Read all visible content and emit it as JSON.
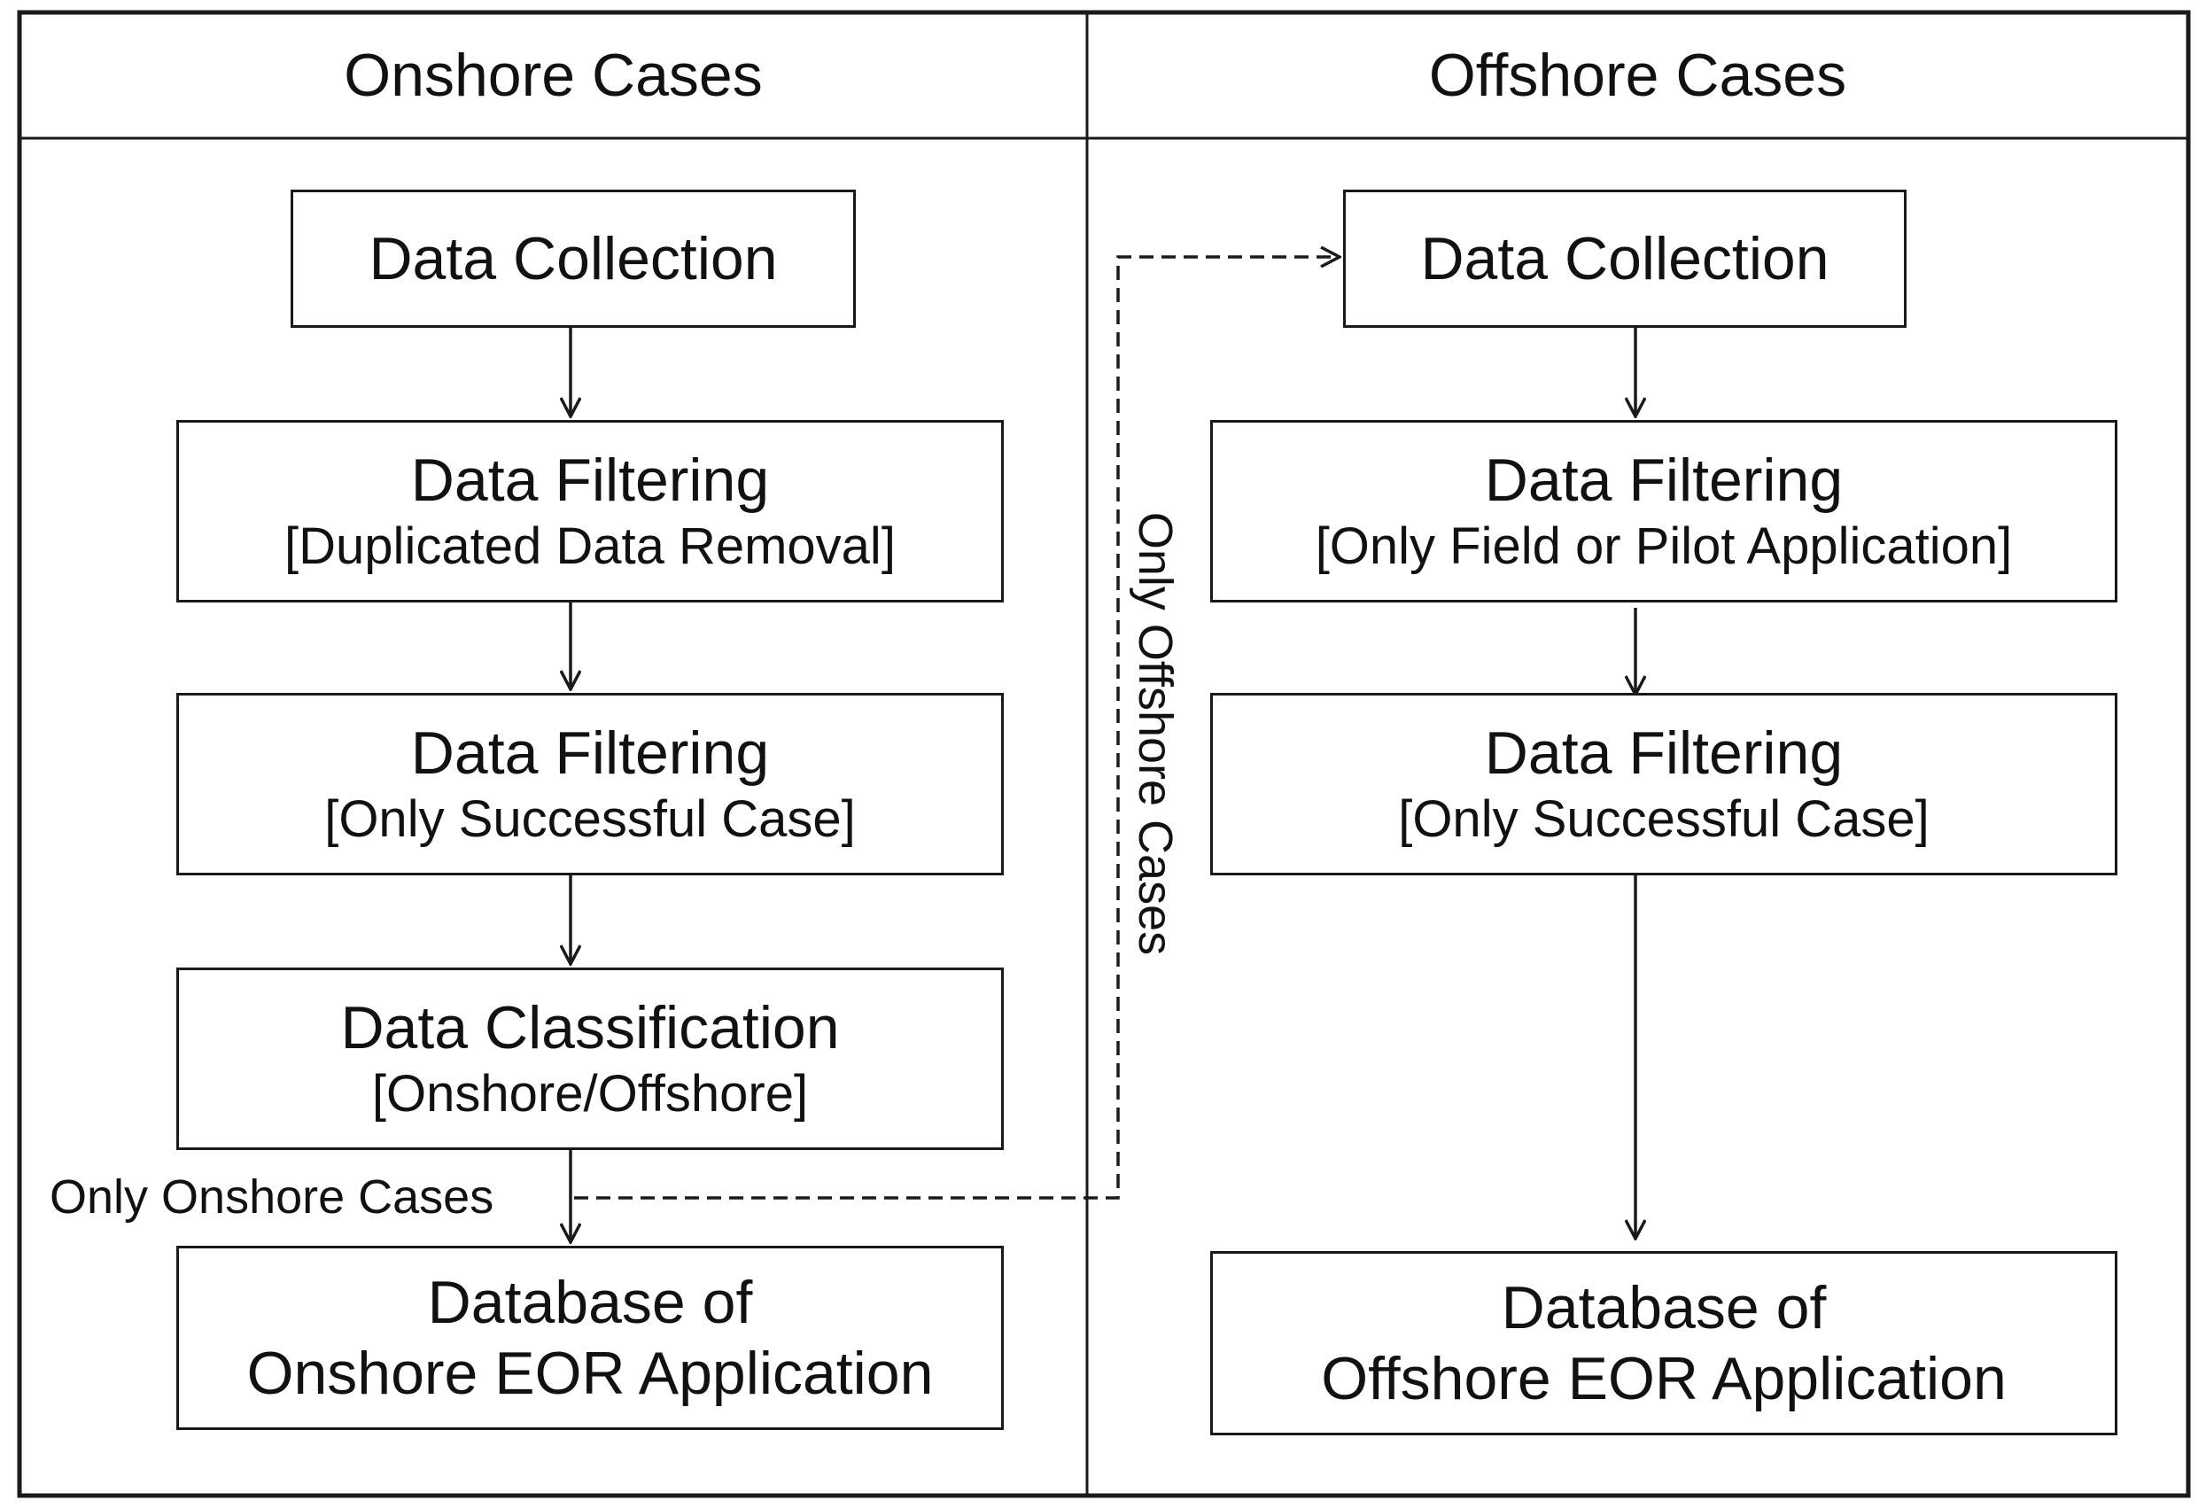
{
  "header": {
    "left": "Onshore Cases",
    "right": "Offshore Cases"
  },
  "onshore": {
    "collection": "Data Collection",
    "filter1": {
      "title": "Data Filtering",
      "sub": "[Duplicated  Data Removal]"
    },
    "filter2": {
      "title": "Data Filtering",
      "sub": "[Only Successful Case]"
    },
    "classification": {
      "title": "Data Classification",
      "sub": "[Onshore/Offshore]"
    },
    "database": {
      "line1": "Database of",
      "line2": "Onshore EOR Application"
    }
  },
  "offshore": {
    "collection": "Data Collection",
    "filter1": {
      "title": "Data Filtering",
      "sub": "[Only Field or Pilot Application]"
    },
    "filter2": {
      "title": "Data Filtering",
      "sub": "[Only Successful Case]"
    },
    "database": {
      "line1": "Database of",
      "line2": "Offshore EOR Application"
    }
  },
  "labels": {
    "only_onshore": "Only Onshore Cases",
    "only_offshore": "Only Offshore Cases"
  }
}
